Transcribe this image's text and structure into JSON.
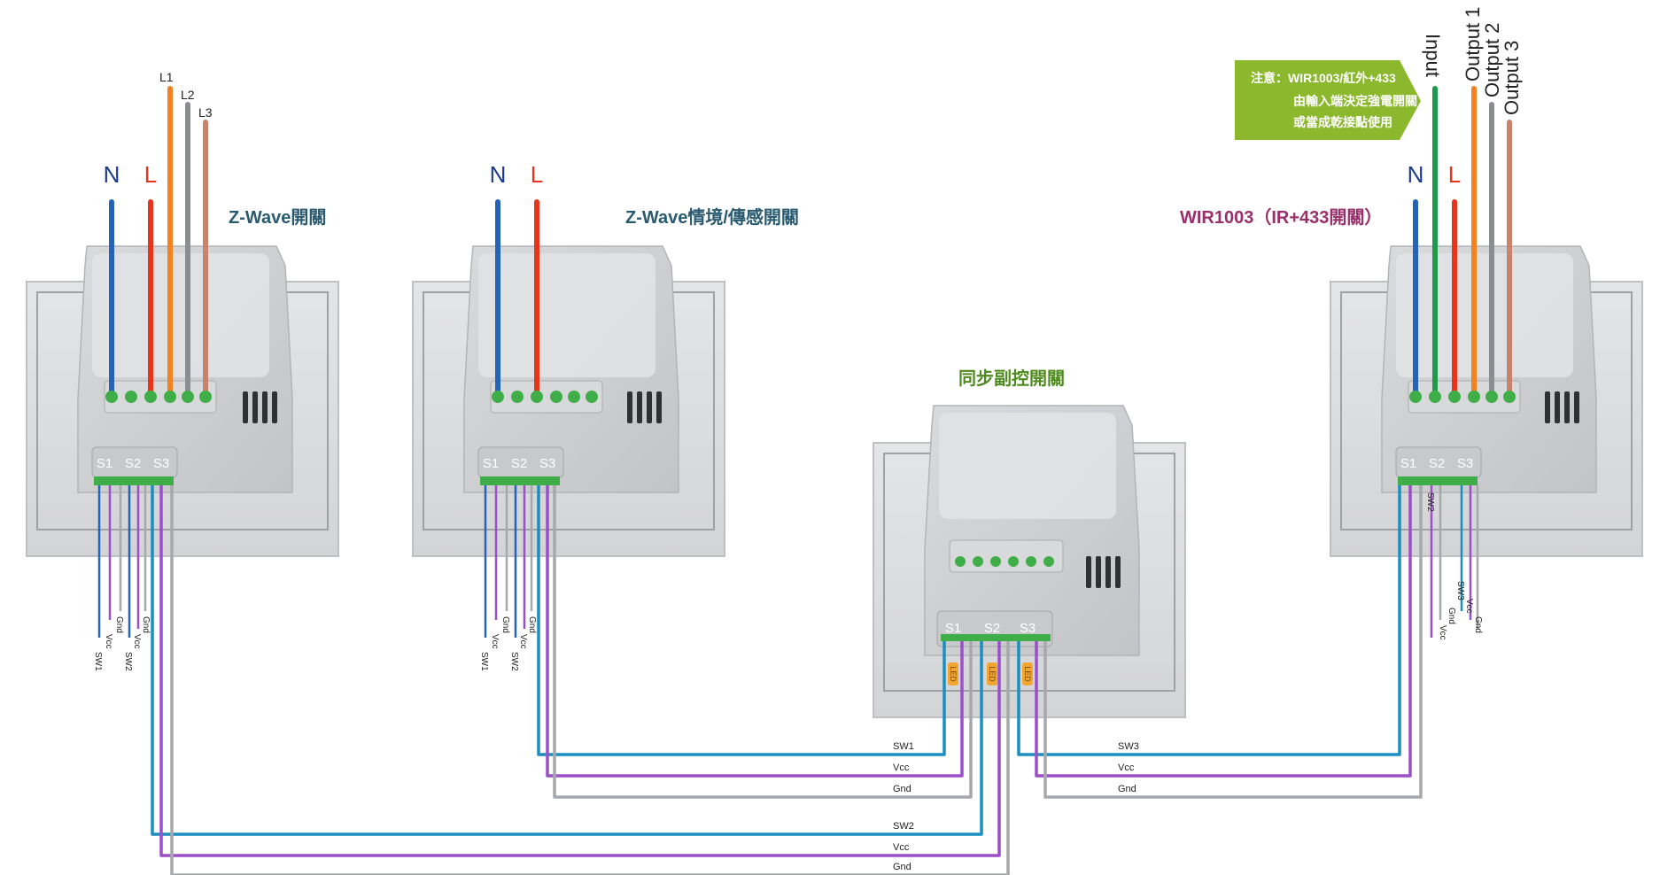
{
  "colors": {
    "neutral": "#1e3a8a",
    "neutral_wire": "#2563b8",
    "live": "#e8341c",
    "l1": "#f58220",
    "l2": "#8a8d91",
    "l3": "#c9826b",
    "input": "#1f9a4a",
    "bus_sw": "#1a8fbf",
    "bus_vcc": "#9b4fc8",
    "bus_gnd": "#a6a8ab",
    "title_blue": "#2a5a70",
    "title_green": "#4f8a1e",
    "title_magenta": "#9a2f6b",
    "note_bg": "#8cb82e",
    "terminal_green": "#3fae49"
  },
  "switch_zwave": {
    "title": "Z-Wave開關",
    "n_label": "N",
    "l_label": "L",
    "wire_labels": [
      "L1",
      "L2",
      "L3"
    ],
    "ports": [
      "S1",
      "S2",
      "S3"
    ],
    "signal_labels": [
      "SW1",
      "Vcc",
      "Gnd",
      "SW2",
      "Vcc",
      "Gnd"
    ]
  },
  "switch_scene": {
    "title": "Z-Wave情境/傳感開關",
    "n_label": "N",
    "l_label": "L",
    "ports": [
      "S1",
      "S2",
      "S3"
    ],
    "signal_labels": [
      "SW1",
      "Vcc",
      "Gnd",
      "SW2",
      "Vcc",
      "Gnd"
    ]
  },
  "switch_sync": {
    "title": "同步副控開關",
    "ports": [
      "S1",
      "S2",
      "S3"
    ],
    "led_label": "LED"
  },
  "switch_wir": {
    "title": "WIR1003（IR+433開關）",
    "n_label": "N",
    "l_label": "L",
    "wire_labels": [
      "Input",
      "Output 1",
      "Output 2",
      "Output 3"
    ],
    "ports": [
      "S1",
      "S2",
      "S3"
    ],
    "signal_labels": [
      "SW2",
      "SW3",
      "Vcc",
      "Gnd",
      "Vcc",
      "Gnd"
    ]
  },
  "note": {
    "line1": "注意：WIR1003/紅外+433",
    "line2": "由輸入端決定強電開關",
    "line3": "或當成乾接點使用"
  },
  "bus_labels": {
    "top": [
      "SW1",
      "Vcc",
      "Gnd"
    ],
    "right": [
      "SW3",
      "Vcc",
      "Gnd"
    ],
    "bottom": [
      "SW2",
      "Vcc",
      "Gnd"
    ]
  }
}
